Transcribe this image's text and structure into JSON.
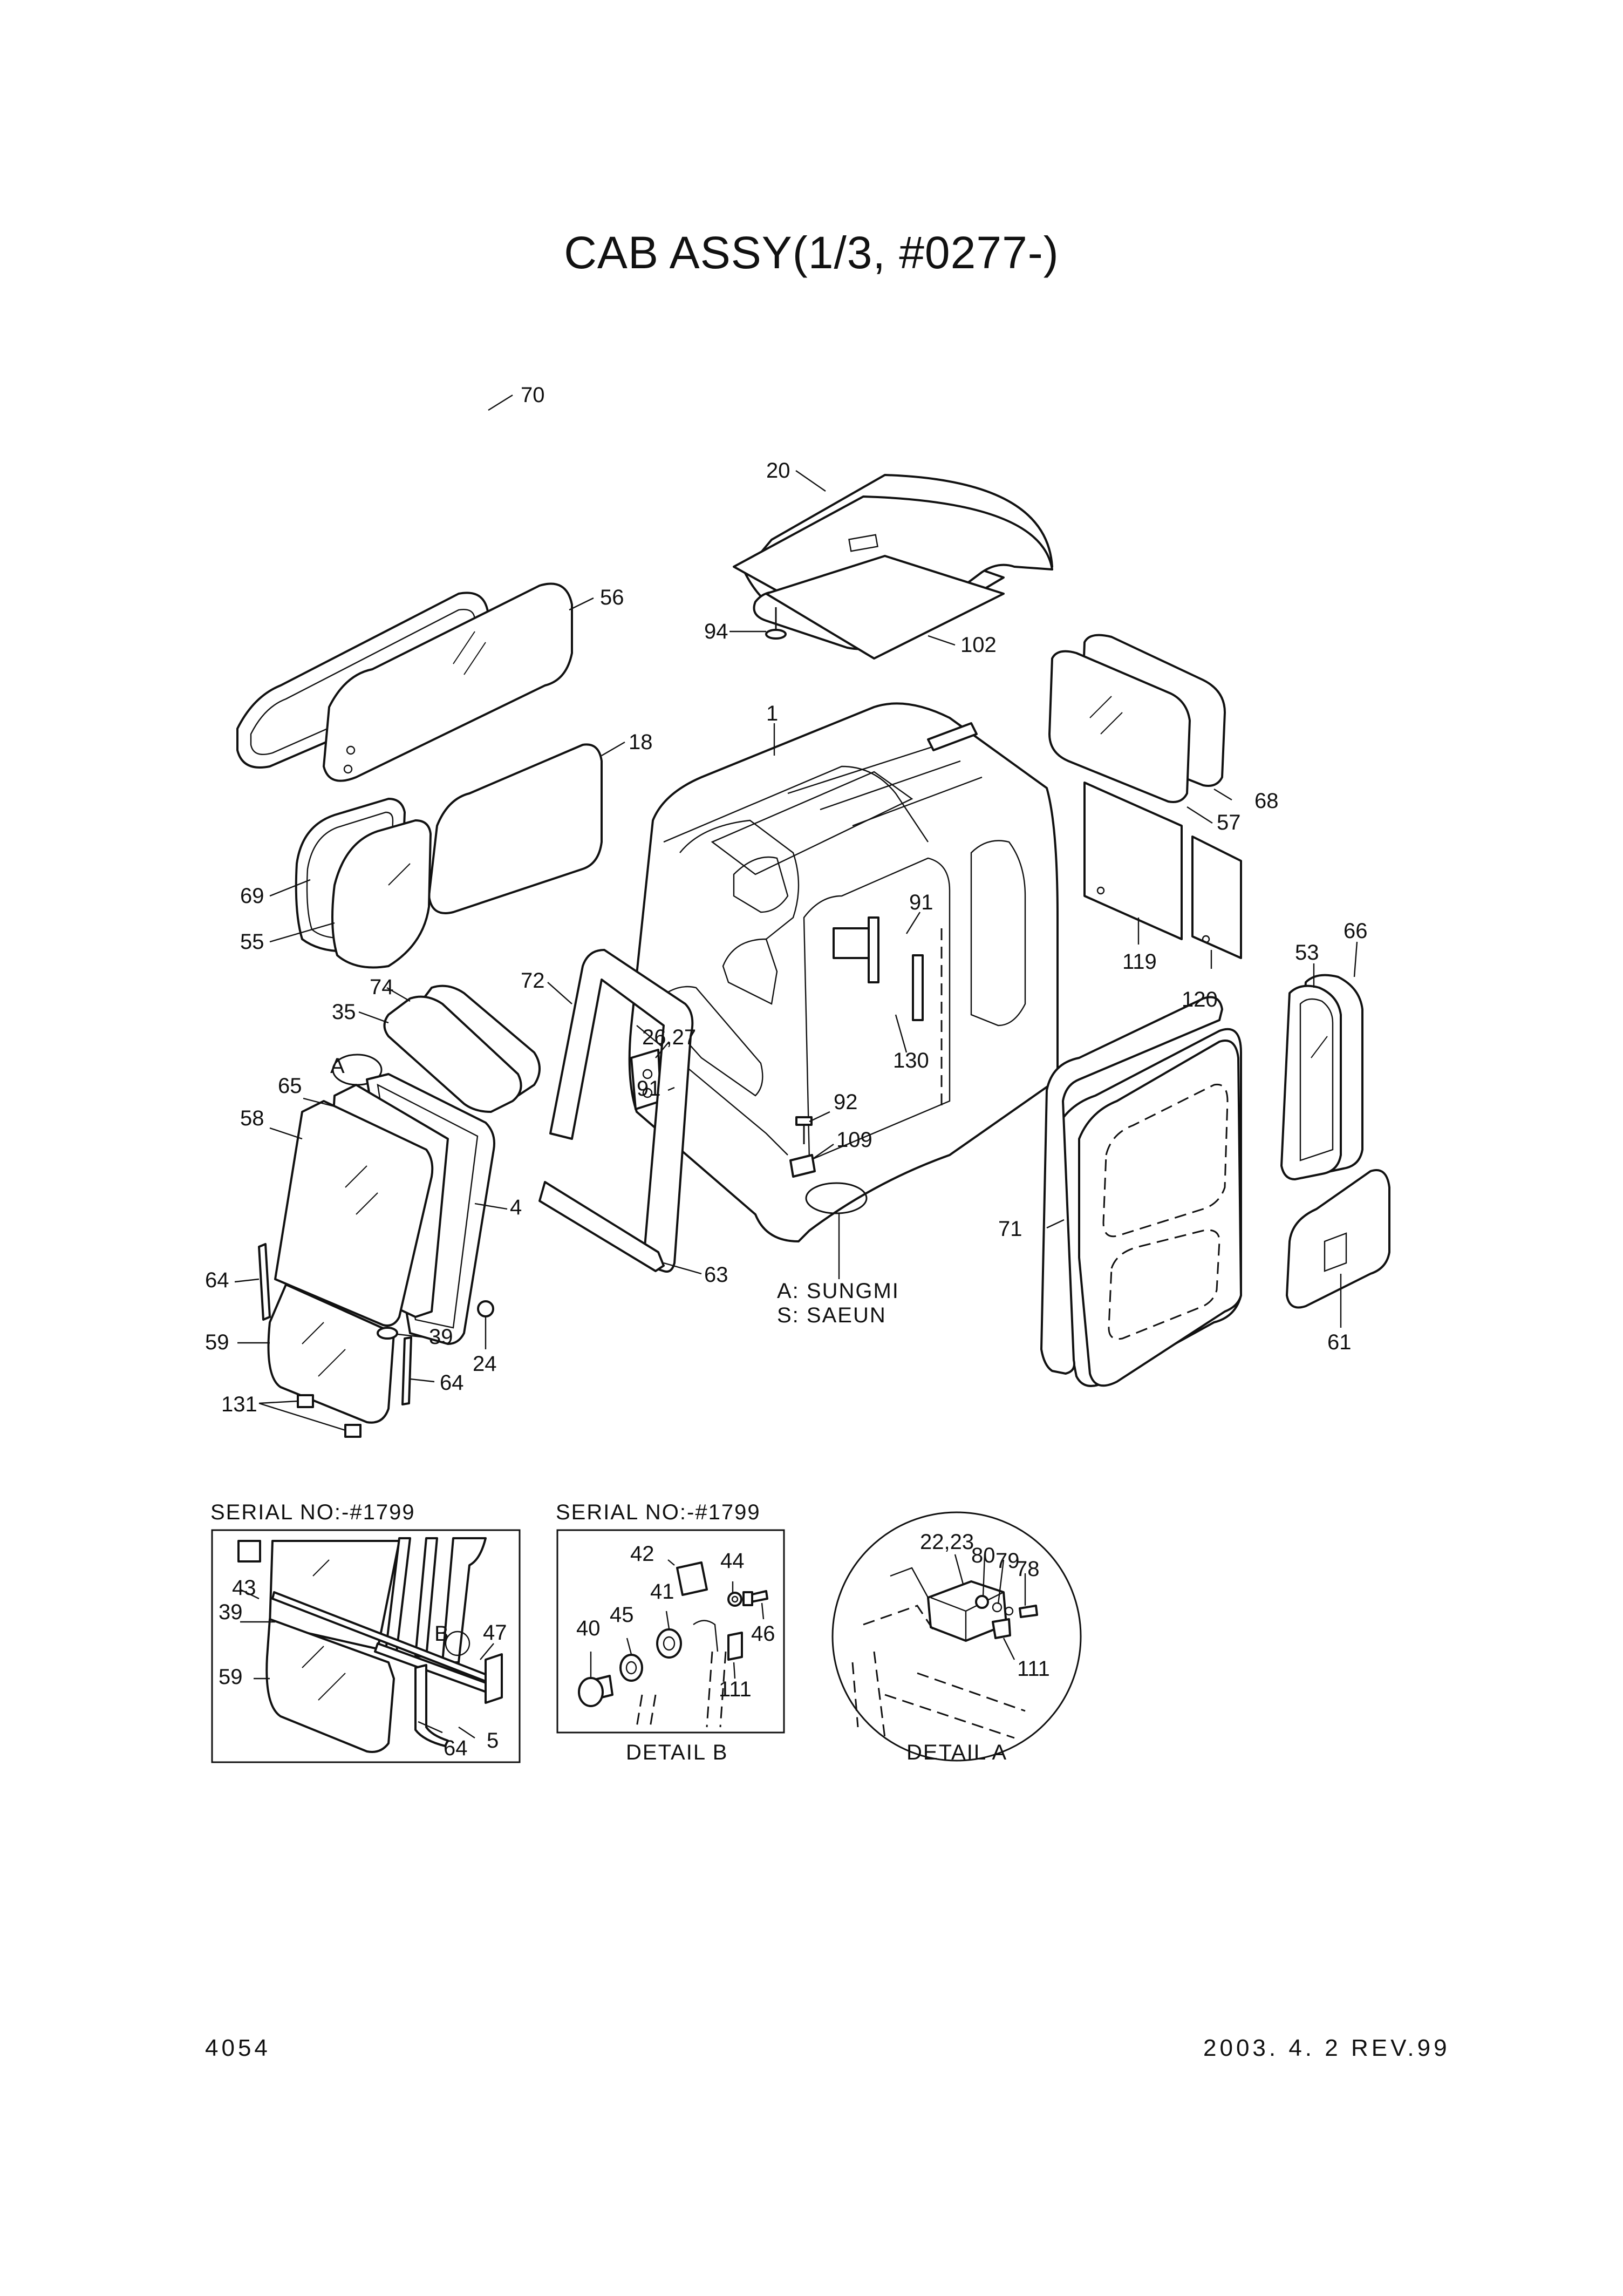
{
  "title": "CAB ASSY(1/3, #0277-)",
  "page_number": "4054",
  "revision": "2003. 4. 2 REV.99",
  "notes": {
    "line1": "A: SUNGMI",
    "line2": "S: SAEUN"
  },
  "inset_left": {
    "caption": "SERIAL NO:-#1799"
  },
  "inset_middle": {
    "caption": "SERIAL NO:-#1799",
    "detail_label": "DETAIL B"
  },
  "inset_right": {
    "detail_label": "DETAIL A"
  },
  "callouts": {
    "c20": "20",
    "c70": "70",
    "c56": "56",
    "c94": "94",
    "c102": "102",
    "c1": "1",
    "c18": "18",
    "c68": "68",
    "c57": "57",
    "c69": "69",
    "c55": "55",
    "c91a": "91",
    "c119": "119",
    "c120": "120",
    "c66": "66",
    "c53": "53",
    "c72": "72",
    "c74": "74",
    "c35": "35",
    "c2627": "26,27",
    "c91b": "91",
    "c130": "130",
    "cA": "A",
    "c65": "65",
    "c58": "58",
    "c92": "92",
    "c109": "109",
    "c4": "4",
    "c71": "71",
    "c64a": "64",
    "c63": "63",
    "c39a": "39",
    "c24": "24",
    "c59a": "59",
    "c64b": "64",
    "c61": "61",
    "c131": "131",
    "d43": "43",
    "d39": "39",
    "d59": "59",
    "dB": "B",
    "d47": "47",
    "d64": "64",
    "d5": "5",
    "e42": "42",
    "e44": "44",
    "e41": "41",
    "e45": "45",
    "e40": "40",
    "e46": "46",
    "e111": "111",
    "f2223": "22,23",
    "f80": "80",
    "f79": "79",
    "f78": "78",
    "f111": "111"
  }
}
